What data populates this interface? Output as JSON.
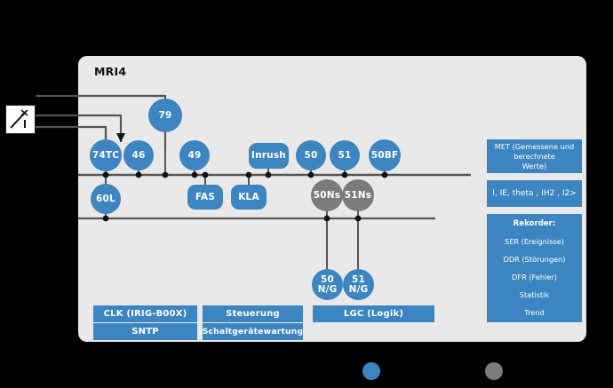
{
  "device": {
    "title": "MRI4",
    "panel_bg": "#e9e9e9"
  },
  "colors": {
    "protection_blue": "#3d85c0",
    "sensitive_gray": "#7b7b7b",
    "wire": "#555555",
    "background": "#000000"
  },
  "left_symbol": {
    "name": "circuit-breaker-switch"
  },
  "nodes": {
    "row_top": [
      {
        "id": "74TC",
        "label": "74TC",
        "shape": "circle",
        "color": "blue"
      },
      {
        "id": "46",
        "label": "46",
        "shape": "circle",
        "color": "blue"
      },
      {
        "id": "79",
        "label": "79",
        "shape": "circle",
        "color": "blue"
      },
      {
        "id": "49",
        "label": "49",
        "shape": "circle",
        "color": "blue"
      },
      {
        "id": "Inrush",
        "label": "Inrush",
        "shape": "rrect",
        "color": "blue"
      },
      {
        "id": "50",
        "label": "50",
        "shape": "circle",
        "color": "blue"
      },
      {
        "id": "51",
        "label": "51",
        "shape": "circle",
        "color": "blue"
      },
      {
        "id": "50BF",
        "label": "50BF",
        "shape": "circle",
        "color": "blue"
      }
    ],
    "row_middle": [
      {
        "id": "60L",
        "label": "60L",
        "shape": "circle",
        "color": "blue"
      },
      {
        "id": "FAS",
        "label": "FAS",
        "shape": "rrect",
        "color": "blue"
      },
      {
        "id": "KLA",
        "label": "KLA",
        "shape": "rrect",
        "color": "blue"
      },
      {
        "id": "50Ns",
        "label": "50Ns",
        "shape": "circle",
        "color": "gray"
      },
      {
        "id": "51Ns",
        "label": "51Ns",
        "shape": "circle",
        "color": "gray"
      }
    ],
    "row_bottom": [
      {
        "id": "50NG",
        "label": "50\nN/G",
        "shape": "circle",
        "color": "blue"
      },
      {
        "id": "51NG",
        "label": "51\nN/G",
        "shape": "circle",
        "color": "blue"
      }
    ]
  },
  "bottom_blocks": [
    {
      "id": "clk",
      "label": "CLK (IRIG-B00X)"
    },
    {
      "id": "sntp",
      "label": "SNTP"
    },
    {
      "id": "steuerung",
      "label": "Steuerung"
    },
    {
      "id": "schaltgeraetewartung",
      "label": "Schaltgerätewartung"
    },
    {
      "id": "lgc",
      "label": "LGC (Logik)"
    }
  ],
  "side_panels": {
    "met": {
      "line1": "MET (Gemessene und",
      "line2": "berechnete",
      "line3": "Werte)"
    },
    "measurements": {
      "label": "I, IE, theta , IH2 , I2>"
    },
    "recorder": {
      "title": "Rekorder:",
      "items": [
        "SER (Ereignisse)",
        "DDR (Störungen)",
        "DFR (Fehler)",
        "Statistik",
        "Trend"
      ]
    }
  },
  "legend": {
    "dots": [
      {
        "id": "legend-blue",
        "color": "#3d85c0"
      },
      {
        "id": "legend-gray",
        "color": "#7b7b7b"
      }
    ]
  }
}
